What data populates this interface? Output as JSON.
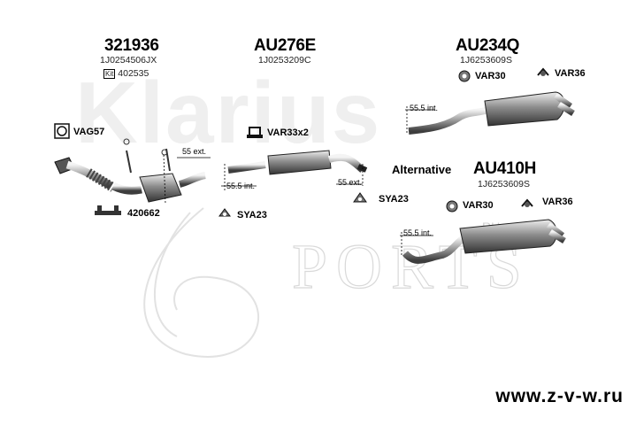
{
  "watermark": {
    "brand": "Klarius",
    "sports": "PORTS",
    "ru": "RU"
  },
  "assemblies": [
    {
      "part": "321936",
      "oem": "1J0254506JX",
      "kit_prefix": "Kit",
      "kit": "402535"
    },
    {
      "part": "AU276E",
      "oem": "1J0253209C"
    },
    {
      "part": "AU234Q",
      "oem": "1J6253609S"
    },
    {
      "part": "AU410H",
      "oem": "1J6253609S",
      "prefix": "Alternative"
    }
  ],
  "fittings": {
    "vag57": "VAG57",
    "var33": "VAR33x2",
    "var30_top": "VAR30",
    "var36_top": "VAR36",
    "f420662": "420662",
    "sya23_left": "SYA23",
    "sya23_right": "SYA23",
    "var30_bottom": "VAR30",
    "var36_bottom": "VAR36"
  },
  "dimensions": {
    "ext1": "55 ext.",
    "int1": "55.5 int.",
    "ext2": "55 ext.",
    "int_top": "55.5 int.",
    "int_bottom": "55.5 int."
  },
  "website": "www.z-v-w.ru"
}
